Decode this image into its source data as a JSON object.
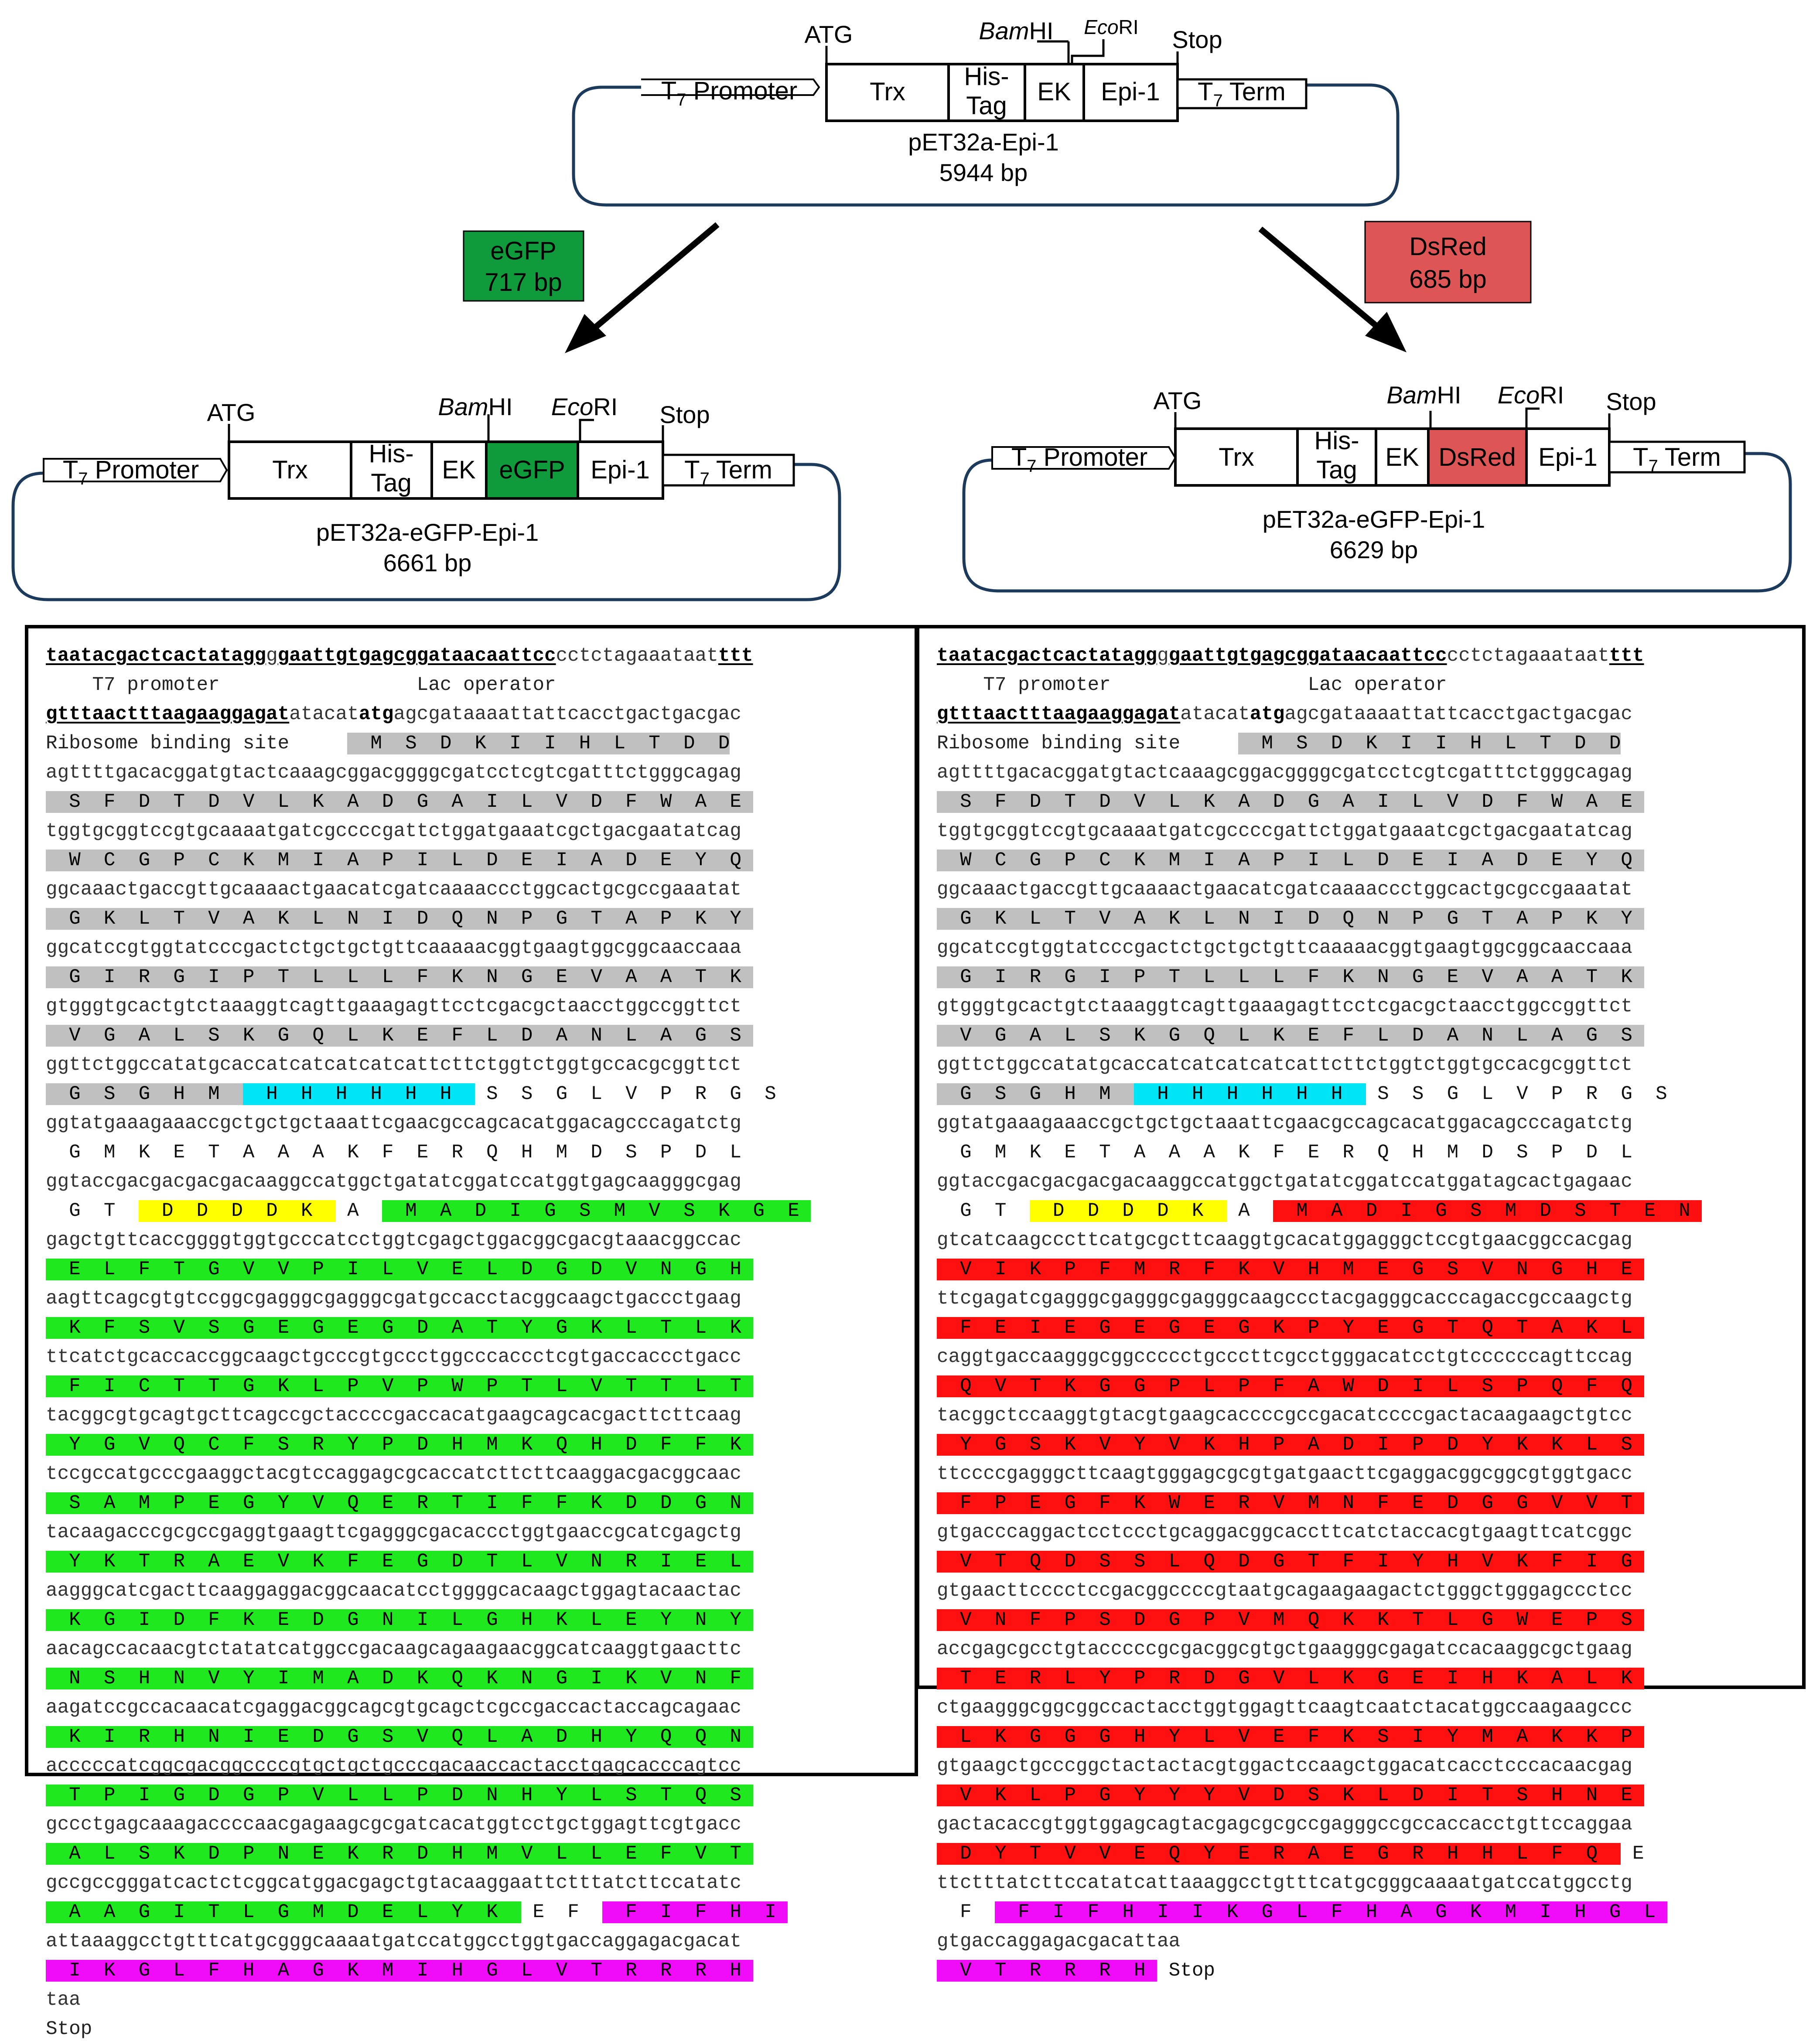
{
  "diagram": {
    "top_plasmid": {
      "segments": [
        "T7 Promoter",
        "Trx",
        "His-Tag",
        "EK",
        "Epi-1",
        "T7 Term"
      ],
      "markers": {
        "atg": "ATG",
        "bamhi": "BamHI",
        "ecori": "EcoRI",
        "stop": "Stop"
      },
      "name": "pET32a-Epi-1",
      "size": "5944 bp"
    },
    "insert_egfp": {
      "name": "eGFP",
      "size": "717 bp",
      "color": "#0f9b3c"
    },
    "insert_dsred": {
      "name": "DsRed",
      "size": "685 bp",
      "color": "#de5555"
    },
    "left_plasmid": {
      "segments": [
        "T7 Promoter",
        "Trx",
        "His-Tag",
        "EK",
        "eGFP",
        "Epi-1",
        "T7 Term"
      ],
      "markers": {
        "atg": "ATG",
        "bamhi": "BamHI",
        "ecori": "EcoRI",
        "stop": "Stop"
      },
      "name": "pET32a-eGFP-Epi-1",
      "size": "6661 bp"
    },
    "right_plasmid": {
      "segments": [
        "T7 Promoter",
        "Trx",
        "His-Tag",
        "EK",
        "DsRed",
        "Epi-1",
        "T7 Term"
      ],
      "markers": {
        "atg": "ATG",
        "bamhi": "BamHI",
        "ecori": "EcoRI",
        "stop": "Stop"
      },
      "name": "pET32a-eGFP-Epi-1",
      "size": "6629 bp"
    }
  },
  "left_sequence": [
    [
      [
        "dark",
        "taatacgactcactatagg"
      ],
      [
        "nt",
        "g"
      ],
      [
        "dark",
        "gaattgtgagcggataacaattcc"
      ],
      [
        "nt",
        "cctctagaaataat"
      ],
      [
        "dark",
        "ttt"
      ]
    ],
    [
      [
        "lbl",
        "    T7 promoter                 Lac operator"
      ]
    ],
    [
      [
        "dark",
        "gtttaactttaagaaggagat"
      ],
      [
        "nt",
        "atacat"
      ],
      [
        "bold",
        "atg"
      ],
      [
        "nt",
        "agcgataaaattattcacctgactgacgac"
      ]
    ],
    [
      [
        "lbl",
        "Ribosome binding site     "
      ],
      [
        "grey",
        "  M  S  D  K  I  I  H  L  T  D  D"
      ]
    ],
    [
      [
        "nt",
        "agttttgacacggatgtactcaaagcggacggggcgatcctcgtcgatttctgggcagag"
      ]
    ],
    [
      [
        "grey",
        "  S  F  D  T  D  V  L  K  A  D  G  A  I  L  V  D  F  W  A  E "
      ]
    ],
    [
      [
        "nt",
        "tggtgcggtccgtgcaaaatgatcgccccgattctggatgaaatcgctgacgaatatcag"
      ]
    ],
    [
      [
        "grey",
        "  W  C  G  P  C  K  M  I  A  P  I  L  D  E  I  A  D  E  Y  Q "
      ]
    ],
    [
      [
        "nt",
        "ggcaaactgaccgttgcaaaactgaacatcgatcaaaaccctggcactgcgccgaaatat"
      ]
    ],
    [
      [
        "grey",
        "  G  K  L  T  V  A  K  L  N  I  D  Q  N  P  G  T  A  P  K  Y "
      ]
    ],
    [
      [
        "nt",
        "ggcatccgtggtatcccgactctgctgctgttcaaaaacggtgaagtggcggcaaccaaa"
      ]
    ],
    [
      [
        "grey",
        "  G  I  R  G  I  P  T  L  L  L  F  K  N  G  E  V  A  A  T  K "
      ]
    ],
    [
      [
        "nt",
        "gtgggtgcactgtctaaaggtcagttgaaagagttcctcgacgctaacctggccggttct"
      ]
    ],
    [
      [
        "grey",
        "  V  G  A  L  S  K  G  Q  L  K  E  F  L  D  A  N  L  A  G  S "
      ]
    ],
    [
      [
        "nt",
        "ggttctggccatatgcaccatcatcatcatcattcttctggtctggtgccacgcggttct"
      ]
    ],
    [
      [
        "grey",
        "  G  S  G  H  M  "
      ],
      [
        "cyan",
        "  H  H  H  H  H  H  "
      ],
      [
        "aa",
        " S  S  G  L  V  P  R  G  S"
      ]
    ],
    [
      [
        "nt",
        "ggtatgaaagaaaccgctgctgctaaattcgaacgccagcacatggacagcccagatctg"
      ]
    ],
    [
      [
        "aa",
        "  G  M  K  E  T  A  A  A  K  F  E  R  Q  H  M  D  S  P  D  L"
      ]
    ],
    [
      [
        "nt",
        "ggtaccgacgacgacgacaaggccatggctgatatcggatccatggtgagcaagggcgag"
      ]
    ],
    [
      [
        "aa",
        "  G  T  "
      ],
      [
        "yellow",
        "  D  D  D  D  K  "
      ],
      [
        "aa",
        " A  "
      ],
      [
        "green",
        "  M  A  D  I  G  S  M  V  S  K  G  E "
      ]
    ],
    [
      [
        "nt",
        "gagctgttcaccggggtggtgcccatcctggtcgagctggacggcgacgtaaacggccac"
      ]
    ],
    [
      [
        "green",
        "  E  L  F  T  G  V  V  P  I  L  V  E  L  D  G  D  V  N  G  H "
      ]
    ],
    [
      [
        "nt",
        "aagttcagcgtgtccggcgagggcgagggcgatgccacctacggcaagctgaccctgaag"
      ]
    ],
    [
      [
        "green",
        "  K  F  S  V  S  G  E  G  E  G  D  A  T  Y  G  K  L  T  L  K "
      ]
    ],
    [
      [
        "nt",
        "ttcatctgcaccaccggcaagctgcccgtgccctggcccaccctcgtgaccaccctgacc"
      ]
    ],
    [
      [
        "green",
        "  F  I  C  T  T  G  K  L  P  V  P  W  P  T  L  V  T  T  L  T "
      ]
    ],
    [
      [
        "nt",
        "tacggcgtgcagtgcttcagccgctaccccgaccacatgaagcagcacgacttcttcaag"
      ]
    ],
    [
      [
        "green",
        "  Y  G  V  Q  C  F  S  R  Y  P  D  H  M  K  Q  H  D  F  F  K "
      ]
    ],
    [
      [
        "nt",
        "tccgccatgcccgaaggctacgtccaggagcgcaccatcttcttcaaggacgacggcaac"
      ]
    ],
    [
      [
        "green",
        "  S  A  M  P  E  G  Y  V  Q  E  R  T  I  F  F  K  D  D  G  N "
      ]
    ],
    [
      [
        "nt",
        "tacaagacccgcgccgaggtgaagttcgagggcgacaccctggtgaaccgcatcgagctg"
      ]
    ],
    [
      [
        "green",
        "  Y  K  T  R  A  E  V  K  F  E  G  D  T  L  V  N  R  I  E  L "
      ]
    ],
    [
      [
        "nt",
        "aagggcatcgacttcaaggaggacggcaacatcctggggcacaagctggagtacaactac"
      ]
    ],
    [
      [
        "green",
        "  K  G  I  D  F  K  E  D  G  N  I  L  G  H  K  L  E  Y  N  Y "
      ]
    ],
    [
      [
        "nt",
        "aacagccacaacgtctatatcatggccgacaagcagaagaacggcatcaaggtgaacttc"
      ]
    ],
    [
      [
        "green",
        "  N  S  H  N  V  Y  I  M  A  D  K  Q  K  N  G  I  K  V  N  F "
      ]
    ],
    [
      [
        "nt",
        "aagatccgccacaacatcgaggacggcagcgtgcagctcgccgaccactaccagcagaac"
      ]
    ],
    [
      [
        "green",
        "  K  I  R  H  N  I  E  D  G  S  V  Q  L  A  D  H  Y  Q  Q  N "
      ]
    ],
    [
      [
        "nt",
        "acccccatcggcgacggccccgtgctgctgcccgacaaccactacctgagcacccagtcc"
      ]
    ],
    [
      [
        "green",
        "  T  P  I  G  D  G  P  V  L  L  P  D  N  H  Y  L  S  T  Q  S "
      ]
    ],
    [
      [
        "nt",
        "gccctgagcaaagaccccaacgagaagcgcgatcacatggtcctgctggagttcgtgacc"
      ]
    ],
    [
      [
        "green",
        "  A  L  S  K  D  P  N  E  K  R  D  H  M  V  L  L  E  F  V  T "
      ]
    ],
    [
      [
        "nt",
        "gccgccgggatcactctcggcatggacgagctgtacaaggaattctttatcttccatatc"
      ]
    ],
    [
      [
        "green",
        "  A  A  G  I  T  L  G  M  D  E  L  Y  K  "
      ],
      [
        "aa",
        " E  F  "
      ],
      [
        "magenta",
        "  F  I  F  H  I "
      ]
    ],
    [
      [
        "nt",
        "attaaaggcctgtttcatgcgggcaaaatgatccatggcctggtgaccaggagacgacat"
      ]
    ],
    [
      [
        "magenta",
        "  I  K  G  L  F  H  A  G  K  M  I  H  G  L  V  T  R  R  R  H "
      ]
    ],
    [
      [
        "nt",
        "taa"
      ]
    ],
    [
      [
        "lbl",
        "Stop"
      ]
    ]
  ],
  "right_sequence": [
    [
      [
        "dark",
        "taatacgactcactatagg"
      ],
      [
        "nt",
        "g"
      ],
      [
        "dark",
        "gaattgtgagcggataacaattcc"
      ],
      [
        "nt",
        "cctctagaaataat"
      ],
      [
        "dark",
        "ttt"
      ]
    ],
    [
      [
        "lbl",
        "    T7 promoter                 Lac operator"
      ]
    ],
    [
      [
        "dark",
        "gtttaactttaagaaggagat"
      ],
      [
        "nt",
        "atacat"
      ],
      [
        "bold",
        "atg"
      ],
      [
        "nt",
        "agcgataaaattattcacctgactgacgac"
      ]
    ],
    [
      [
        "lbl",
        "Ribosome binding site     "
      ],
      [
        "grey",
        "  M  S  D  K  I  I  H  L  T  D  D"
      ]
    ],
    [
      [
        "nt",
        "agttttgacacggatgtactcaaagcggacggggcgatcctcgtcgatttctgggcagag"
      ]
    ],
    [
      [
        "grey",
        "  S  F  D  T  D  V  L  K  A  D  G  A  I  L  V  D  F  W  A  E "
      ]
    ],
    [
      [
        "nt",
        "tggtgcggtccgtgcaaaatgatcgccccgattctggatgaaatcgctgacgaatatcag"
      ]
    ],
    [
      [
        "grey",
        "  W  C  G  P  C  K  M  I  A  P  I  L  D  E  I  A  D  E  Y  Q "
      ]
    ],
    [
      [
        "nt",
        "ggcaaactgaccgttgcaaaactgaacatcgatcaaaaccctggcactgcgccgaaatat"
      ]
    ],
    [
      [
        "grey",
        "  G  K  L  T  V  A  K  L  N  I  D  Q  N  P  G  T  A  P  K  Y "
      ]
    ],
    [
      [
        "nt",
        "ggcatccgtggtatcccgactctgctgctgttcaaaaacggtgaagtggcggcaaccaaa"
      ]
    ],
    [
      [
        "grey",
        "  G  I  R  G  I  P  T  L  L  L  F  K  N  G  E  V  A  A  T  K "
      ]
    ],
    [
      [
        "nt",
        "gtgggtgcactgtctaaaggtcagttgaaagagttcctcgacgctaacctggccggttct"
      ]
    ],
    [
      [
        "grey",
        "  V  G  A  L  S  K  G  Q  L  K  E  F  L  D  A  N  L  A  G  S "
      ]
    ],
    [
      [
        "nt",
        "ggttctggccatatgcaccatcatcatcatcattcttctggtctggtgccacgcggttct"
      ]
    ],
    [
      [
        "grey",
        "  G  S  G  H  M  "
      ],
      [
        "cyan",
        "  H  H  H  H  H  H  "
      ],
      [
        "aa",
        " S  S  G  L  V  P  R  G  S"
      ]
    ],
    [
      [
        "nt",
        "ggtatgaaagaaaccgctgctgctaaattcgaacgccagcacatggacagcccagatctg"
      ]
    ],
    [
      [
        "aa",
        "  G  M  K  E  T  A  A  A  K  F  E  R  Q  H  M  D  S  P  D  L"
      ]
    ],
    [
      [
        "nt",
        "ggtaccgacgacgacgacaaggccatggctgatatcggatccatggatagcactgagaac"
      ]
    ],
    [
      [
        "aa",
        "  G  T  "
      ],
      [
        "yellow",
        "  D  D  D  D  K  "
      ],
      [
        "aa",
        " A  "
      ],
      [
        "red",
        "  M  A  D  I  G  S  M  D  S  T  E  N "
      ]
    ],
    [
      [
        "nt",
        "gtcatcaagcccttcatgcgcttcaaggtgcacatggagggctccgtgaacggccacgag"
      ]
    ],
    [
      [
        "red",
        "  V  I  K  P  F  M  R  F  K  V  H  M  E  G  S  V  N  G  H  E "
      ]
    ],
    [
      [
        "nt",
        "ttcgagatcgagggcgagggcgagggcaagccctacgagggcacccagaccgccaagctg"
      ]
    ],
    [
      [
        "red",
        "  F  E  I  E  G  E  G  E  G  K  P  Y  E  G  T  Q  T  A  K  L "
      ]
    ],
    [
      [
        "nt",
        "caggtgaccaagggcggccccctgcccttcgcctgggacatcctgtccccccagttccag"
      ]
    ],
    [
      [
        "red",
        "  Q  V  T  K  G  G  P  L  P  F  A  W  D  I  L  S  P  Q  F  Q "
      ]
    ],
    [
      [
        "nt",
        "tacggctccaaggtgtacgtgaagcaccccgccgacatccccgactacaagaagctgtcc"
      ]
    ],
    [
      [
        "red",
        "  Y  G  S  K  V  Y  V  K  H  P  A  D  I  P  D  Y  K  K  L  S "
      ]
    ],
    [
      [
        "nt",
        "ttccccgagggcttcaagtgggagcgcgtgatgaacttcgaggacggcggcgtggtgacc"
      ]
    ],
    [
      [
        "red",
        "  F  P  E  G  F  K  W  E  R  V  M  N  F  E  D  G  G  V  V  T "
      ]
    ],
    [
      [
        "nt",
        "gtgacccaggactcctccctgcaggacggcaccttcatctaccacgtgaagttcatcggc"
      ]
    ],
    [
      [
        "red",
        "  V  T  Q  D  S  S  L  Q  D  G  T  F  I  Y  H  V  K  F  I  G "
      ]
    ],
    [
      [
        "nt",
        "gtgaacttcccctccgacggccccgtaatgcagaagaagactctgggctgggagccctcc"
      ]
    ],
    [
      [
        "red",
        "  V  N  F  P  S  D  G  P  V  M  Q  K  K  T  L  G  W  E  P  S "
      ]
    ],
    [
      [
        "nt",
        "accgagcgcctgtacccccgcgacggcgtgctgaagggcgagatccacaaggcgctgaag"
      ]
    ],
    [
      [
        "red",
        "  T  E  R  L  Y  P  R  D  G  V  L  K  G  E  I  H  K  A  L  K "
      ]
    ],
    [
      [
        "nt",
        "ctgaagggcggcggccactacctggtggagttcaagtcaatctacatggccaagaagccc"
      ]
    ],
    [
      [
        "red",
        "  L  K  G  G  G  H  Y  L  V  E  F  K  S  I  Y  M  A  K  K  P "
      ]
    ],
    [
      [
        "nt",
        "gtgaagctgcccggctactactacgtggactccaagctggacatcacctcccacaacgag"
      ]
    ],
    [
      [
        "red",
        "  V  K  L  P  G  Y  Y  Y  V  D  S  K  L  D  I  T  S  H  N  E "
      ]
    ],
    [
      [
        "nt",
        "gactacaccgtggtggagcagtacgagcgcgccgagggccgccaccacctgttccaggaa"
      ]
    ],
    [
      [
        "red",
        "  D  Y  T  V  V  E  Q  Y  E  R  A  E  G  R  H  H  L  F  Q  "
      ],
      [
        "aa",
        " E"
      ]
    ],
    [
      [
        "nt",
        "ttctttatcttccatatcattaaaggcctgtttcatgcgggcaaaatgatccatggcctg"
      ]
    ],
    [
      [
        "aa",
        "  F  "
      ],
      [
        "magenta",
        "  F  I  F  H  I  I  K  G  L  F  H  A  G  K  M  I  H  G  L "
      ]
    ],
    [
      [
        "nt",
        "gtgaccaggagacgacattaa"
      ]
    ],
    [
      [
        "magenta",
        "  V  T  R  R  R  H "
      ],
      [
        "aa",
        " Stop"
      ]
    ]
  ]
}
